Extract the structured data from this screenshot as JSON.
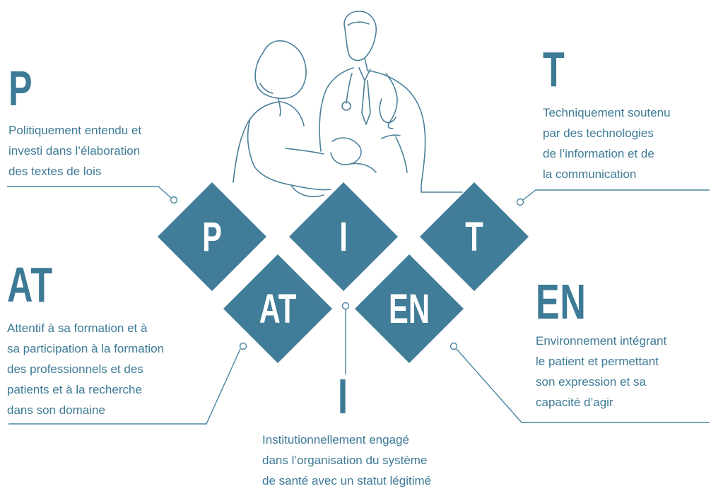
{
  "center_word": {
    "diamonds": [
      {
        "id": "p",
        "label": "P"
      },
      {
        "id": "i",
        "label": "I"
      },
      {
        "id": "t",
        "label": "T"
      },
      {
        "id": "at",
        "label": "AT"
      },
      {
        "id": "en",
        "label": "EN"
      }
    ]
  },
  "blocks": {
    "p": {
      "letter": "P",
      "text": "Politiquement entendu et\ninvesti dans l’élaboration\ndes textes de lois"
    },
    "t": {
      "letter": "T",
      "text": "Techniquement soutenu\npar des technologies\nde l’information et de\nla communication"
    },
    "at": {
      "letter": "AT",
      "text": "Attentif à sa formation et à\nsa participation à la formation\ndes professionnels et des\npatients et à la recherche\ndans son domaine"
    },
    "en": {
      "letter": "EN",
      "text": "Environnement intégrant\nle patient et permettant\nson expression et sa\ncapacité d’agir"
    },
    "i": {
      "letter": "I",
      "text": "Institutionnellement engagé\ndans l’organisation du système\nde santé avec un statut légitimé"
    }
  },
  "colors": {
    "accent": "#3d7a96",
    "diamond_fill": "#417d99",
    "line": "#4a86a2",
    "illustration_stroke": "#4b7f99",
    "background": "#ffffff"
  },
  "illustration": {
    "icon": "doctor-and-patient-line-art-icon"
  }
}
